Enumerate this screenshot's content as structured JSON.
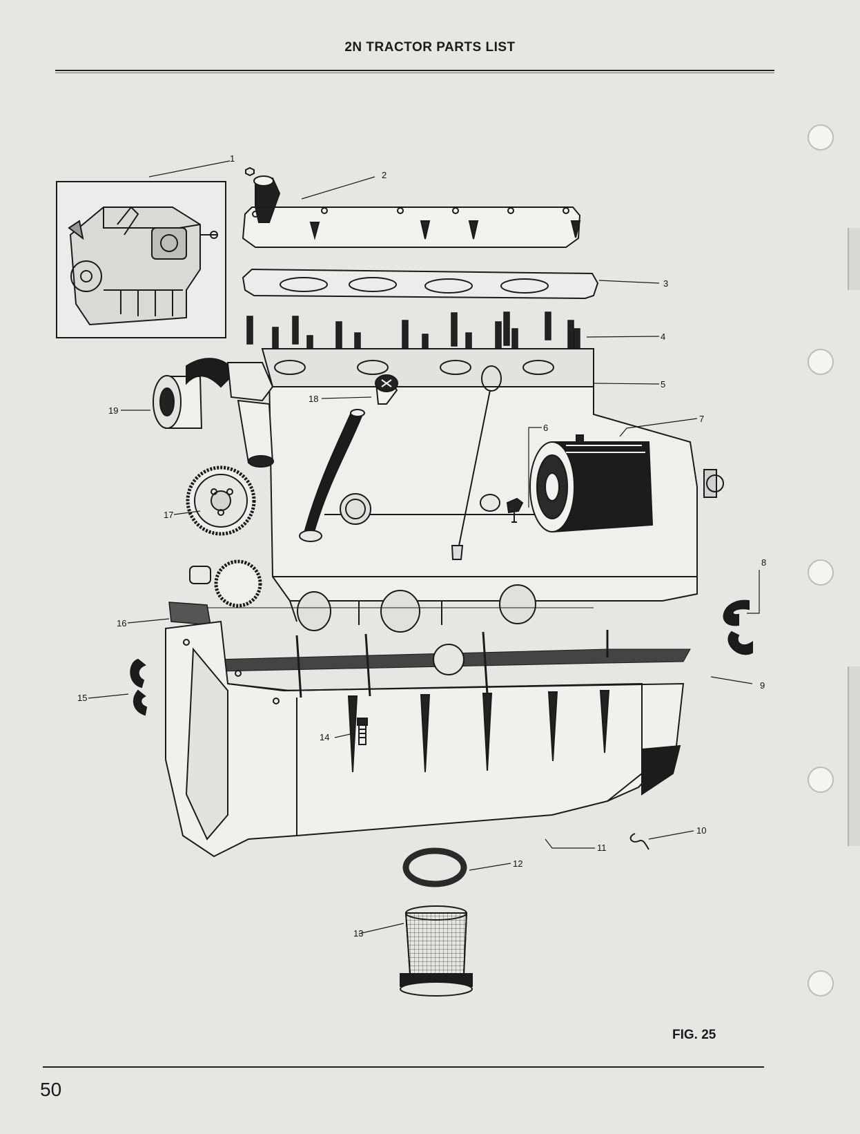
{
  "header": {
    "title": "2N TRACTOR PARTS LIST"
  },
  "figure": {
    "label": "FIG. 25"
  },
  "page": {
    "number": "50"
  },
  "callouts": [
    "1",
    "2",
    "3",
    "4",
    "5",
    "6",
    "7",
    "8",
    "9",
    "10",
    "11",
    "12",
    "13",
    "14",
    "15",
    "16",
    "17",
    "18",
    "19"
  ]
}
